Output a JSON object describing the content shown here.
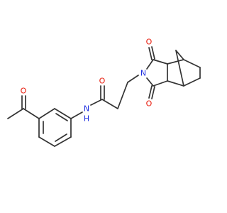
{
  "molecule": {
    "colors": {
      "bond": "#333333",
      "oxygen": "#e8190a",
      "nitrogen": "#2030e0",
      "background": "#ffffff"
    },
    "atoms": {
      "o_acetyl": "O",
      "o_amide": "O",
      "n_amide": "N",
      "h_amide": "H",
      "n_imide": "N",
      "o_imide_top": "O",
      "o_imide_bottom": "O"
    }
  }
}
